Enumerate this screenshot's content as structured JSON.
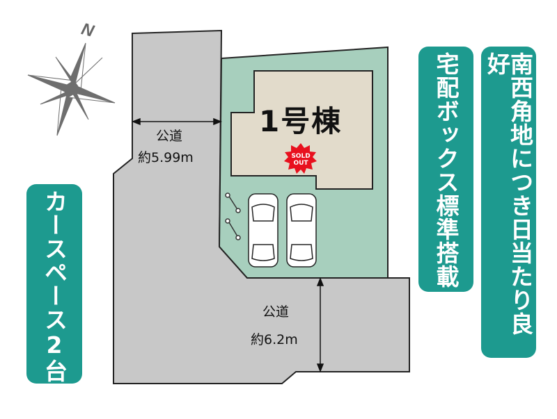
{
  "compass": {
    "north_label": "N",
    "icon": "compass-rose-icon"
  },
  "roads": {
    "west": {
      "label": "公道",
      "width": "約5.99m"
    },
    "south": {
      "label": "公道",
      "width": "約6.2m"
    }
  },
  "lot": {
    "house_label": "1号棟",
    "badge": "SOLD OUT",
    "badge_color": "#e8101e",
    "lot_color": "#a7cfbd",
    "house_color": "#e2dbcb",
    "road_color": "#c8c8c8"
  },
  "features": {
    "parking": "カースペース2台",
    "delivery_box": "宅配ボックス標準搭載",
    "sunlight": "南西角地につき日当たり良好"
  },
  "accent_color": "#1d9a8f"
}
